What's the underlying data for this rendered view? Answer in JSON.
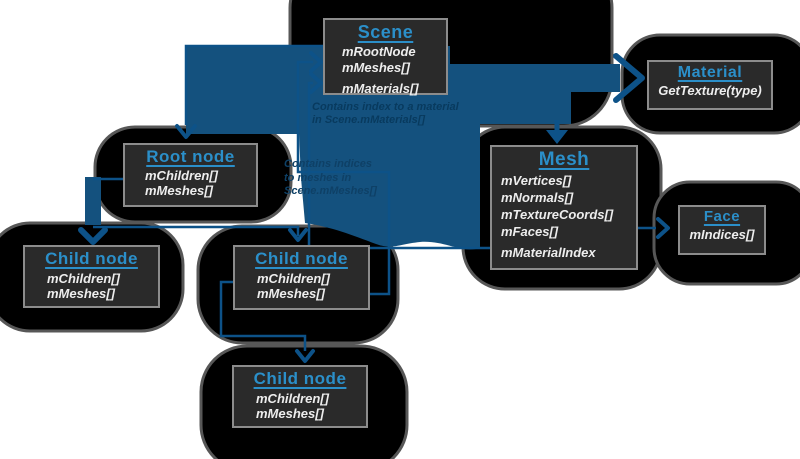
{
  "colors": {
    "swoosh": "#14517e",
    "connector": "#0d5288",
    "title-blue": "#2b8fc9",
    "box-bg": "#2a2a2a",
    "box-border": "#8c8c8c",
    "blob": "#000000",
    "blob-border": "#575757",
    "item-text": "#ededed",
    "annotation": "#083a5e",
    "annotation2": "#0e4066",
    "page-bg": "#ffffff"
  },
  "boxes": {
    "scene": {
      "title": "Scene",
      "items": [
        "mRootNode",
        "mMeshes[]",
        "mMaterials[]"
      ]
    },
    "material": {
      "title": "Material",
      "items": [
        "GetTexture(type)"
      ]
    },
    "mesh": {
      "title": "Mesh",
      "items": [
        "mVertices[]",
        "mNormals[]",
        "mTextureCoords[]",
        "mFaces[]",
        "mMaterialIndex"
      ]
    },
    "face": {
      "title": "Face",
      "items": [
        "mIndices[]"
      ]
    },
    "root_node": {
      "title": "Root node",
      "items": [
        "mChildren[]",
        "mMeshes[]"
      ]
    },
    "child_node_1": {
      "title": "Child node",
      "items": [
        "mChildren[]",
        "mMeshes[]"
      ]
    },
    "child_node_2": {
      "title": "Child node",
      "items": [
        "mChildren[]",
        "mMeshes[]"
      ]
    },
    "child_node_3": {
      "title": "Child node",
      "items": [
        "mChildren[]",
        "mMeshes[]"
      ]
    }
  },
  "annotations": {
    "material_note": {
      "lines": [
        "Contains index to a material",
        "in Scene.mMaterials[]"
      ]
    },
    "mesh_note": {
      "lines": [
        "Contains indices",
        "to meshes in",
        "Scene.mMeshes[]"
      ]
    }
  }
}
